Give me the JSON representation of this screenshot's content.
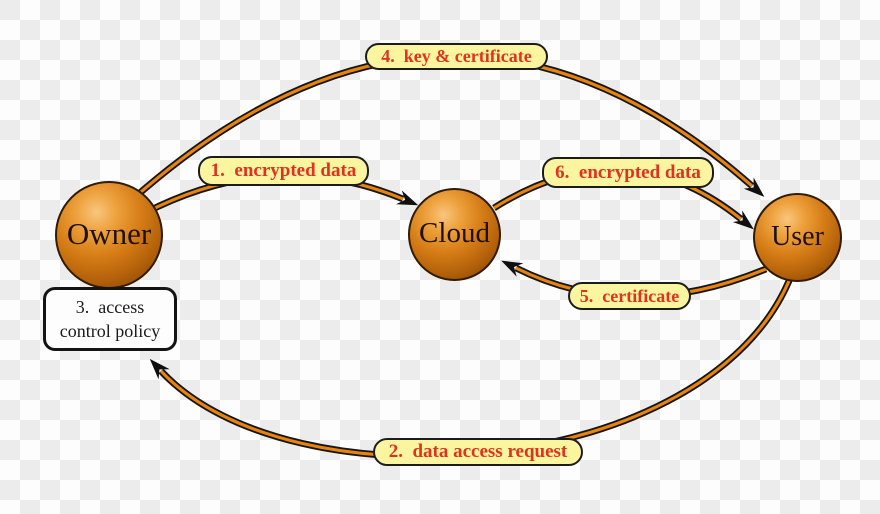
{
  "diagram": {
    "nodes": {
      "owner": {
        "label": "Owner"
      },
      "cloud": {
        "label": "Cloud"
      },
      "user": {
        "label": "User"
      }
    },
    "policy_box": {
      "line1": "3.  access",
      "line2": "control policy"
    },
    "edge_labels": {
      "encrypted_data_1": "1.  encrypted data",
      "data_access_request": "2.  data access request",
      "key_certificate": "4.  key & certificate",
      "certificate": "5.  certificate",
      "encrypted_data_6": "6.  encrypted data"
    },
    "edges": [
      {
        "id": 1,
        "from": "Owner",
        "to": "Cloud",
        "label": "1.  encrypted data"
      },
      {
        "id": 2,
        "from": "User",
        "to": "Owner",
        "label": "2.  data access request"
      },
      {
        "id": 3,
        "from": "Owner",
        "to": "Owner",
        "label": "3.  access control policy"
      },
      {
        "id": 4,
        "from": "Owner",
        "to": "User",
        "label": "4.  key & certificate"
      },
      {
        "id": 5,
        "from": "User",
        "to": "Cloud",
        "label": "5.  certificate"
      },
      {
        "id": 6,
        "from": "Cloud",
        "to": "User",
        "label": "6.  encrypted data"
      }
    ],
    "colors": {
      "checker_light": "#fdfdfd",
      "checker_gray": "#ececec",
      "sphere_highlight": "#f9c67e",
      "sphere_base": "#c86f10",
      "sphere_edge": "#7b3f06",
      "arrow_core": "#e8830f",
      "arrow_outline": "#161616",
      "label_bg": "#fbf5a0",
      "label_border": "#1c1c1c",
      "label_text": "#e0331f",
      "policy_bg": "#fdfdfd",
      "policy_border": "#141414",
      "node_text": "#1d1105"
    }
  }
}
